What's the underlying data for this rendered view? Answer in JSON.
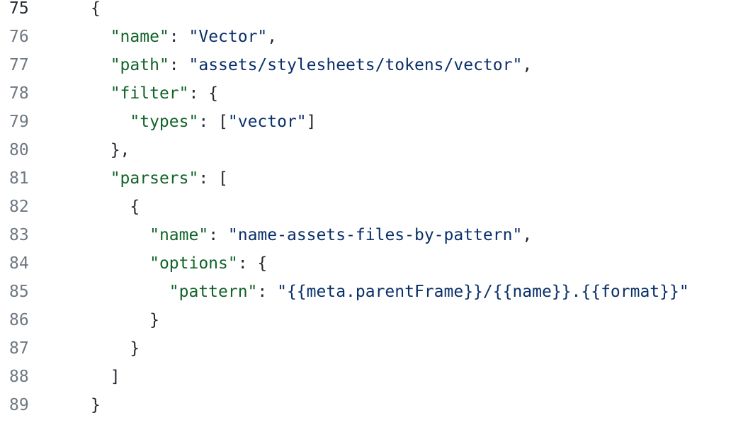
{
  "editor": {
    "language": "json",
    "colors": {
      "key": "#116329",
      "string": "#0a3069",
      "punctuation": "#24292f",
      "line_number": "#6e7781",
      "active_line_number": "#24292f",
      "background": "#ffffff"
    },
    "lines": [
      {
        "number": "75",
        "indent": "",
        "tokens": [
          {
            "t": "punc",
            "v": "{"
          }
        ]
      },
      {
        "number": "76",
        "indent": "  ",
        "tokens": [
          {
            "t": "key",
            "v": "\"name\""
          },
          {
            "t": "punc",
            "v": ": "
          },
          {
            "t": "str",
            "v": "\"Vector\""
          },
          {
            "t": "punc",
            "v": ","
          }
        ]
      },
      {
        "number": "77",
        "indent": "  ",
        "tokens": [
          {
            "t": "key",
            "v": "\"path\""
          },
          {
            "t": "punc",
            "v": ": "
          },
          {
            "t": "str",
            "v": "\"assets/stylesheets/tokens/vector\""
          },
          {
            "t": "punc",
            "v": ","
          }
        ]
      },
      {
        "number": "78",
        "indent": "  ",
        "tokens": [
          {
            "t": "key",
            "v": "\"filter\""
          },
          {
            "t": "punc",
            "v": ": {"
          }
        ]
      },
      {
        "number": "79",
        "indent": "    ",
        "tokens": [
          {
            "t": "key",
            "v": "\"types\""
          },
          {
            "t": "punc",
            "v": ": ["
          },
          {
            "t": "str",
            "v": "\"vector\""
          },
          {
            "t": "punc",
            "v": "]"
          }
        ]
      },
      {
        "number": "80",
        "indent": "  ",
        "tokens": [
          {
            "t": "punc",
            "v": "},"
          }
        ]
      },
      {
        "number": "81",
        "indent": "  ",
        "tokens": [
          {
            "t": "key",
            "v": "\"parsers\""
          },
          {
            "t": "punc",
            "v": ": ["
          }
        ]
      },
      {
        "number": "82",
        "indent": "    ",
        "tokens": [
          {
            "t": "punc",
            "v": "{"
          }
        ]
      },
      {
        "number": "83",
        "indent": "      ",
        "tokens": [
          {
            "t": "key",
            "v": "\"name\""
          },
          {
            "t": "punc",
            "v": ": "
          },
          {
            "t": "str",
            "v": "\"name-assets-files-by-pattern\""
          },
          {
            "t": "punc",
            "v": ","
          }
        ]
      },
      {
        "number": "84",
        "indent": "      ",
        "tokens": [
          {
            "t": "key",
            "v": "\"options\""
          },
          {
            "t": "punc",
            "v": ": {"
          }
        ]
      },
      {
        "number": "85",
        "indent": "        ",
        "tokens": [
          {
            "t": "key",
            "v": "\"pattern\""
          },
          {
            "t": "punc",
            "v": ": "
          },
          {
            "t": "str",
            "v": "\"{{meta.parentFrame}}/{{name}}.{{format}}\""
          }
        ]
      },
      {
        "number": "86",
        "indent": "      ",
        "tokens": [
          {
            "t": "punc",
            "v": "}"
          }
        ]
      },
      {
        "number": "87",
        "indent": "    ",
        "tokens": [
          {
            "t": "punc",
            "v": "}"
          }
        ]
      },
      {
        "number": "88",
        "indent": "  ",
        "tokens": [
          {
            "t": "punc",
            "v": "]"
          }
        ]
      },
      {
        "number": "89",
        "indent": "",
        "tokens": [
          {
            "t": "punc",
            "v": "}"
          }
        ]
      }
    ]
  }
}
